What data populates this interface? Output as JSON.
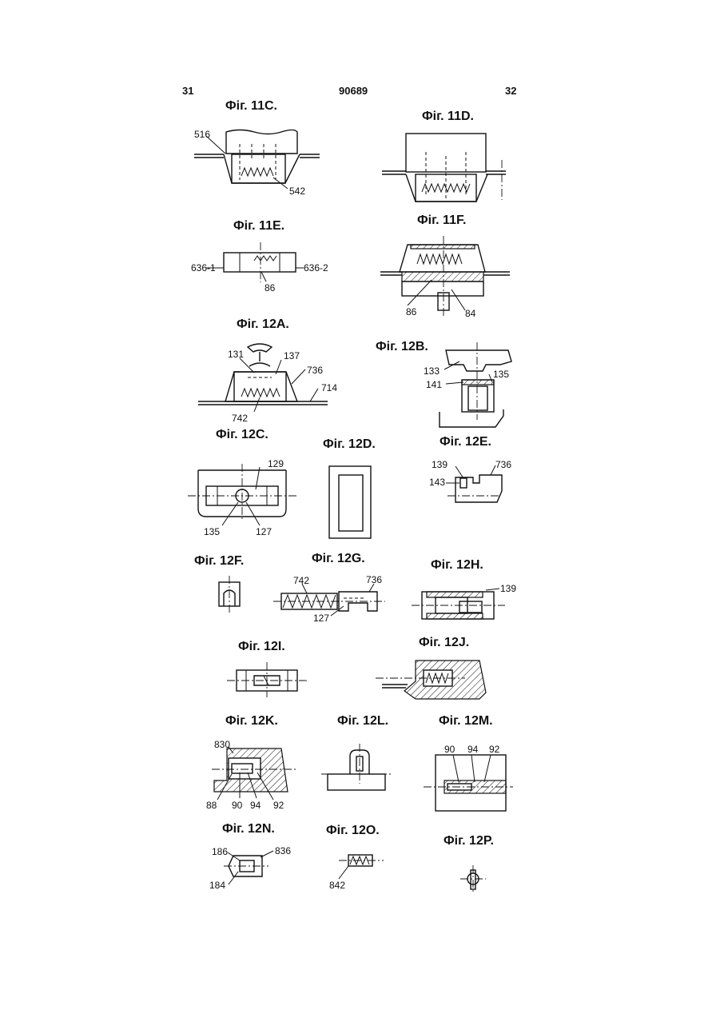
{
  "header": {
    "left": "31",
    "center": "90689",
    "right": "32"
  },
  "figures": {
    "f11c": {
      "title": "Фіг. 11C.",
      "labels": [
        "516",
        "542"
      ]
    },
    "f11d": {
      "title": "Фіг. 11D.",
      "labels": []
    },
    "f11e": {
      "title": "Фіг. 11E.",
      "labels": [
        "636-1",
        "636-2",
        "86"
      ]
    },
    "f11f": {
      "title": "Фіг. 11F.",
      "labels": [
        "86",
        "84"
      ]
    },
    "f12a": {
      "title": "Фіг. 12A.",
      "labels": [
        "131",
        "137",
        "736",
        "714",
        "742"
      ]
    },
    "f12b": {
      "title": "Фіг. 12B.",
      "labels": [
        "133",
        "135",
        "141"
      ]
    },
    "f12c": {
      "title": "Фіг. 12C.",
      "labels": [
        "129",
        "135",
        "127"
      ]
    },
    "f12d": {
      "title": "Фіг. 12D.",
      "labels": []
    },
    "f12e": {
      "title": "Фіг. 12E.",
      "labels": [
        "139",
        "736",
        "143"
      ]
    },
    "f12f": {
      "title": "Фіг. 12F.",
      "labels": []
    },
    "f12g": {
      "title": "Фіг. 12G.",
      "labels": [
        "742",
        "736",
        "127"
      ]
    },
    "f12h": {
      "title": "Фіг. 12H.",
      "labels": [
        "139"
      ]
    },
    "f12i": {
      "title": "Фіг. 12I.",
      "labels": []
    },
    "f12j": {
      "title": "Фіг. 12J.",
      "labels": []
    },
    "f12k": {
      "title": "Фіг. 12K.",
      "labels": [
        "830",
        "88",
        "90",
        "94",
        "92"
      ]
    },
    "f12l": {
      "title": "Фіг. 12L.",
      "labels": []
    },
    "f12m": {
      "title": "Фіг. 12M.",
      "labels": [
        "90",
        "94",
        "92"
      ]
    },
    "f12n": {
      "title": "Фіг. 12N.",
      "labels": [
        "186",
        "836",
        "184"
      ]
    },
    "f12o": {
      "title": "Фіг. 12O.",
      "labels": [
        "842"
      ]
    },
    "f12p": {
      "title": "Фіг. 12P.",
      "labels": []
    }
  }
}
